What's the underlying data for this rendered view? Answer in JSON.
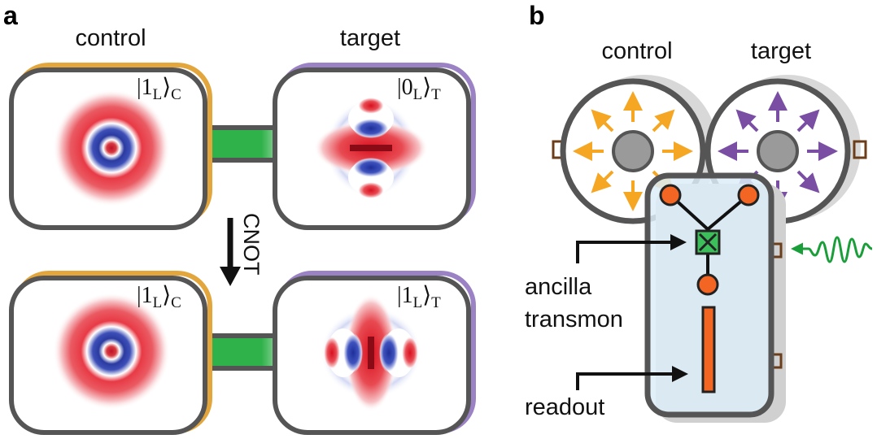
{
  "panel_a": {
    "label": "a",
    "titles": {
      "control": "control",
      "target": "target"
    },
    "gate_label": "CNOT",
    "boxes": [
      {
        "name": "top-control",
        "ket_main": "|1",
        "ket_sub": "L",
        "ket_close": "⟩",
        "ket_sys": "C",
        "pattern": "ring"
      },
      {
        "name": "top-target",
        "ket_main": "|0",
        "ket_sub": "L",
        "ket_close": "⟩",
        "ket_sys": "T",
        "pattern": "horizontal"
      },
      {
        "name": "bottom-control",
        "ket_main": "|1",
        "ket_sub": "L",
        "ket_close": "⟩",
        "ket_sys": "C",
        "pattern": "ring"
      },
      {
        "name": "bottom-target",
        "ket_main": "|1",
        "ket_sub": "L",
        "ket_close": "⟩",
        "ket_sys": "T",
        "pattern": "vertical"
      }
    ]
  },
  "panel_b": {
    "label": "b",
    "titles": {
      "control": "control",
      "target": "target"
    },
    "ancilla_line1": "ancilla",
    "ancilla_line2": "transmon",
    "readout": "readout"
  },
  "colors": {
    "control_accent": "#e3a63c",
    "target_accent": "#9b82c4",
    "coupler": "#2fb24a",
    "outline": "#555555",
    "control_arrows": "#f5a623",
    "target_arrows": "#7a4fa3",
    "junction": "#f26522",
    "ancilla_box": "#dcedf8",
    "drive_wave": "#1a9e3a",
    "port": "#6b3d1a"
  }
}
